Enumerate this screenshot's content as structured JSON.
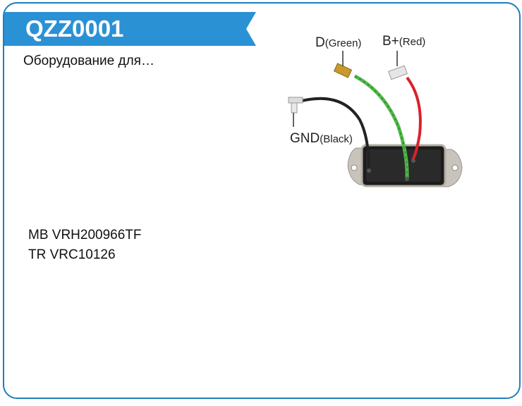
{
  "card": {
    "code": "QZZ0001",
    "subtitle": "Оборудование для…",
    "cross_references": [
      "MB VRH200966TF",
      "TR VRC10126"
    ]
  },
  "product_image": {
    "description": "Voltage regulator with three wire leads",
    "wires": [
      {
        "pin": "D",
        "color_label": "(Green)"
      },
      {
        "pin": "B+",
        "color_label": "(Red)"
      },
      {
        "pin": "GND",
        "color_label": "(Black)"
      }
    ]
  },
  "colors": {
    "border": "#1a80bf",
    "banner": "#2a91d5",
    "banner_text": "#ffffff"
  }
}
